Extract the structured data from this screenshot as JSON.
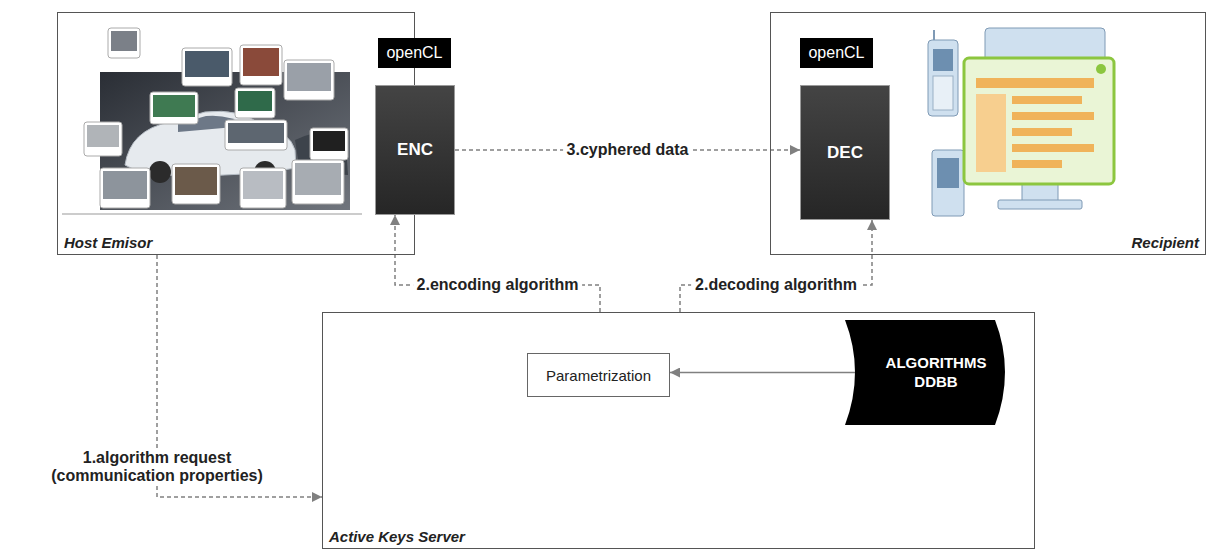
{
  "diagram": {
    "nodes": [
      {
        "text": [
          "Host Emisor"
        ]
      },
      {
        "text": [
          "openCL"
        ],
        "in": 0
      },
      {
        "text": [
          "ENC"
        ],
        "in": 0
      },
      {
        "text": [
          "Recipient"
        ]
      },
      {
        "text": [
          "openCL"
        ],
        "in": 3
      },
      {
        "text": [
          "DEC"
        ],
        "in": 3
      },
      {
        "text": [
          "Active Keys Server"
        ]
      },
      {
        "text": [
          "Parametrization"
        ],
        "in": 6
      },
      {
        "text": [
          "ALGORITHMS DDBB"
        ],
        "in": 6
      }
    ],
    "edges": [
      {
        "from": 0,
        "to": 6,
        "label": "1.algorithm request (communication properties)",
        "arrow": "to"
      },
      {
        "from": 6,
        "to": 2,
        "label": "2.encoding algorithm",
        "arrow": "to"
      },
      {
        "from": 6,
        "to": 5,
        "label": "2.decoding algorithm",
        "arrow": "to"
      },
      {
        "from": 2,
        "to": 5,
        "label": "3.cyphered data",
        "arrow": "to"
      },
      {
        "from": 8,
        "to": 7,
        "arrow": "to"
      }
    ]
  }
}
